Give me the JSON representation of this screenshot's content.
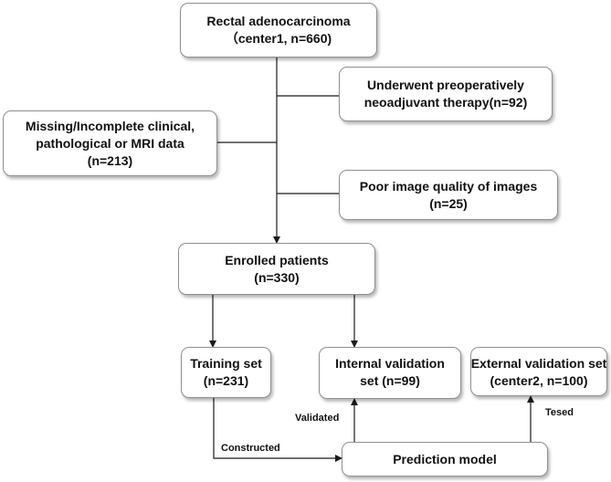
{
  "nodes": {
    "start": {
      "line1": "Rectal adenocarcinoma",
      "line2": "（center1, n=660)"
    },
    "exclusion_neoadjuvant": {
      "line1": "Underwent preoperatively",
      "line2": "neoadjuvant therapy(n=92)"
    },
    "exclusion_missing": {
      "line1": "Missing/Incomplete clinical,",
      "line2": "pathological  or MRI data",
      "line3": "(n=213)"
    },
    "exclusion_image": {
      "line1": "Poor image quality of images",
      "line2": "(n=25)"
    },
    "enrolled": {
      "line1": "Enrolled patients",
      "line2": "(n=330)"
    },
    "training": {
      "line1": "Training set",
      "line2": "(n=231)"
    },
    "internal": {
      "line1": "Internal validation",
      "line2": "set (n=99)"
    },
    "external": {
      "line1": "External validation set",
      "line2": "(center2, n=100)"
    },
    "model": {
      "line1": "Prediction model"
    }
  },
  "edge_labels": {
    "validated": "Validated",
    "tested": "Tesed",
    "constructed": "Constructed"
  },
  "colors": {
    "box_border": "#8f8f8f",
    "line": "#1a1a1a",
    "text": "#111111"
  }
}
